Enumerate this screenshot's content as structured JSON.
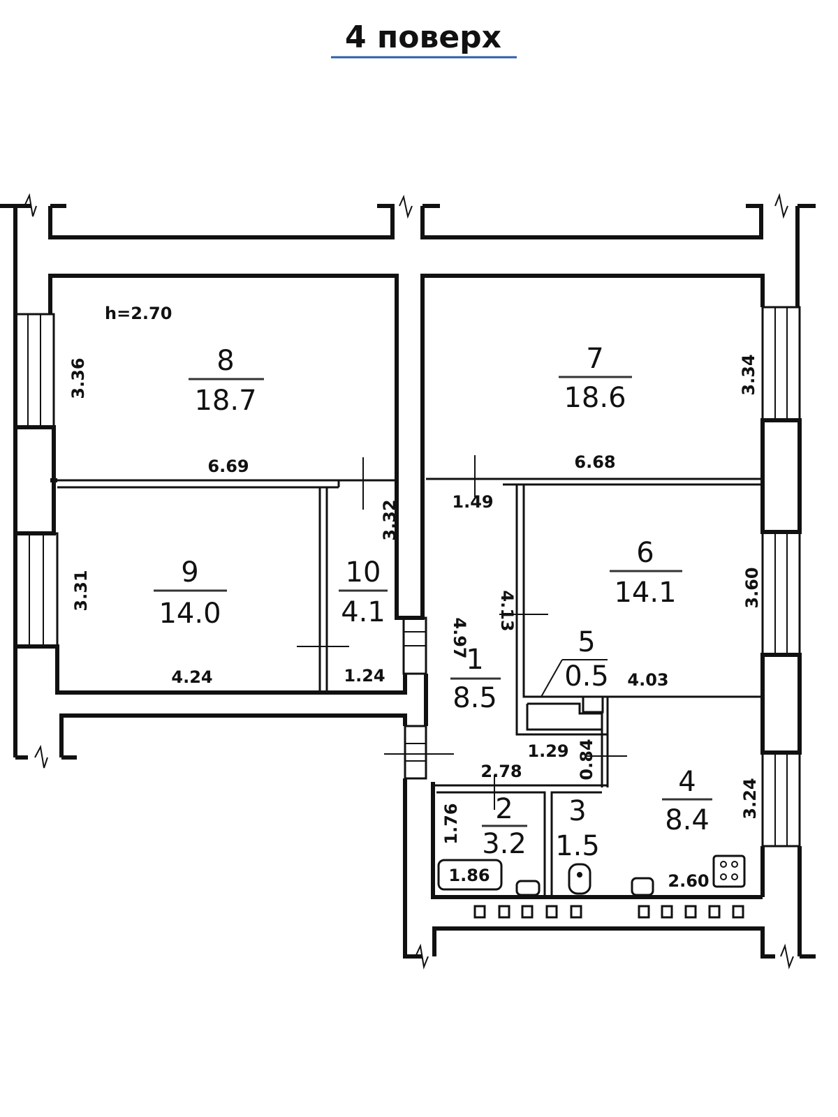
{
  "title": "4 поверх",
  "accent_color": "#2b5fae",
  "ceiling_height": "h=2.70",
  "rooms": [
    {
      "number": "1",
      "area": "8.5"
    },
    {
      "number": "2",
      "area": "3.2"
    },
    {
      "number": "3",
      "area": "1.5"
    },
    {
      "number": "4",
      "area": "8.4"
    },
    {
      "number": "5",
      "area": "0.5"
    },
    {
      "number": "6",
      "area": "14.1"
    },
    {
      "number": "7",
      "area": "18.6"
    },
    {
      "number": "8",
      "area": "18.7"
    },
    {
      "number": "9",
      "area": "14.0"
    },
    {
      "number": "10",
      "area": "4.1"
    }
  ],
  "dimensions": {
    "room8_width": "6.69",
    "room8_depth": "3.36",
    "room7_width": "6.68",
    "room7_depth": "3.34",
    "room9_width": "4.24",
    "room9_depth": "3.31",
    "room10_width": "1.24",
    "room10_depth": "3.32",
    "corridor_width": "1.49",
    "corridor_length": "4.97",
    "room6_width": "4.03",
    "room6_depth": "3.60",
    "room6_side": "4.13",
    "room5_width": "1.29",
    "room5_depth": "0.84",
    "room2_width": "2.78",
    "room2_depth": "1.76",
    "bathtub_length": "1.86",
    "room4_width": "2.60",
    "room4_depth": "3.24"
  }
}
